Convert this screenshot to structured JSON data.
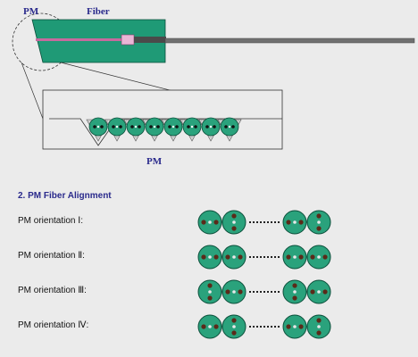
{
  "diagram": {
    "pm_label": "PM",
    "fiber_label": "Fiber",
    "array_label": "PM"
  },
  "alignment": {
    "heading": "2. PM Fiber Alignment",
    "rows": [
      {
        "label": "PM orientation Ⅰ:",
        "left": [
          "h",
          "v"
        ],
        "right": [
          "h",
          "v"
        ]
      },
      {
        "label": "PM orientation Ⅱ:",
        "left": [
          "h",
          "h"
        ],
        "right": [
          "h",
          "h"
        ]
      },
      {
        "label": "PM orientation Ⅲ:",
        "left": [
          "v",
          "h"
        ],
        "right": [
          "v",
          "h"
        ]
      },
      {
        "label": "PM orientation Ⅳ:",
        "left": [
          "h",
          "v"
        ],
        "right": [
          "h",
          "v"
        ]
      }
    ]
  },
  "colors": {
    "fiber_fill": "#2aa27c",
    "fiber_stroke": "#0b4e3a",
    "stress_rod": "#5a2a1a",
    "block": "#1f9a76",
    "cable": "#555555"
  }
}
